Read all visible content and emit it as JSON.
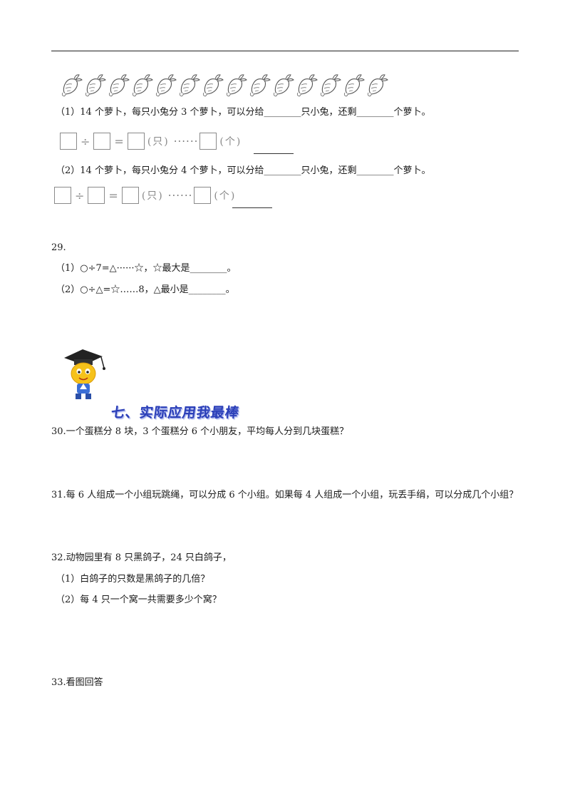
{
  "q28": {
    "p1": {
      "text": "（1）14 个萝卜，每只小兔分 3 个萝卜，可以分给________只小兔，还剩________个萝卜。"
    },
    "eq1": {
      "div": "÷",
      "eq": "=",
      "unit1": "(只)",
      "dots": "······",
      "unit2": "(个)"
    },
    "p2": {
      "text": "（2）14 个萝卜，每只小兔分 4 个萝卜，可以分给________只小兔，还剩________个萝卜。"
    },
    "eq2": {
      "div": "÷",
      "eq": "=",
      "unit1": "(只)",
      "dots": "······",
      "unit2": "(个)"
    }
  },
  "q29": {
    "number": "29.",
    "p1": "（1）○÷7=△······☆，☆最大是________。",
    "p2": "（2）○÷△=☆……8，△最小是________。"
  },
  "section": {
    "title": "七、实际应用我最棒"
  },
  "q30": {
    "text": "30.一个蛋糕分 8 块，3 个蛋糕分 6 个小朋友，平均每人分到几块蛋糕？"
  },
  "q31": {
    "text": "31.每 6 人组成一个小组玩跳绳，可以分成 6 个小组。如果每 4 人组成一个小组，玩丢手绢，可以分成几个小组？"
  },
  "q32": {
    "text": "32.动物园里有 8 只黑鸽子，24 只白鸽子，",
    "p1": "（1）白鸽子的只数是黑鸽子的几倍？",
    "p2": "（2）每 4 只一个窝一共需要多少个窝？"
  },
  "q33": {
    "text": "33.看图回答"
  },
  "icons": {
    "carrot": "carrot-icon",
    "mascot": "graduate-mascot-icon"
  }
}
